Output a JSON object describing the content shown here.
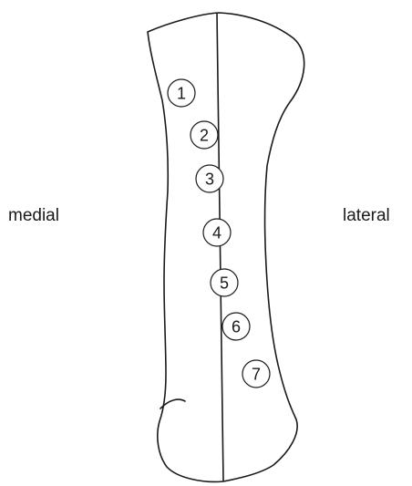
{
  "labels": {
    "left": "medial",
    "right": "lateral"
  },
  "markers": [
    "1",
    "2",
    "3",
    "4",
    "5",
    "6",
    "7"
  ]
}
